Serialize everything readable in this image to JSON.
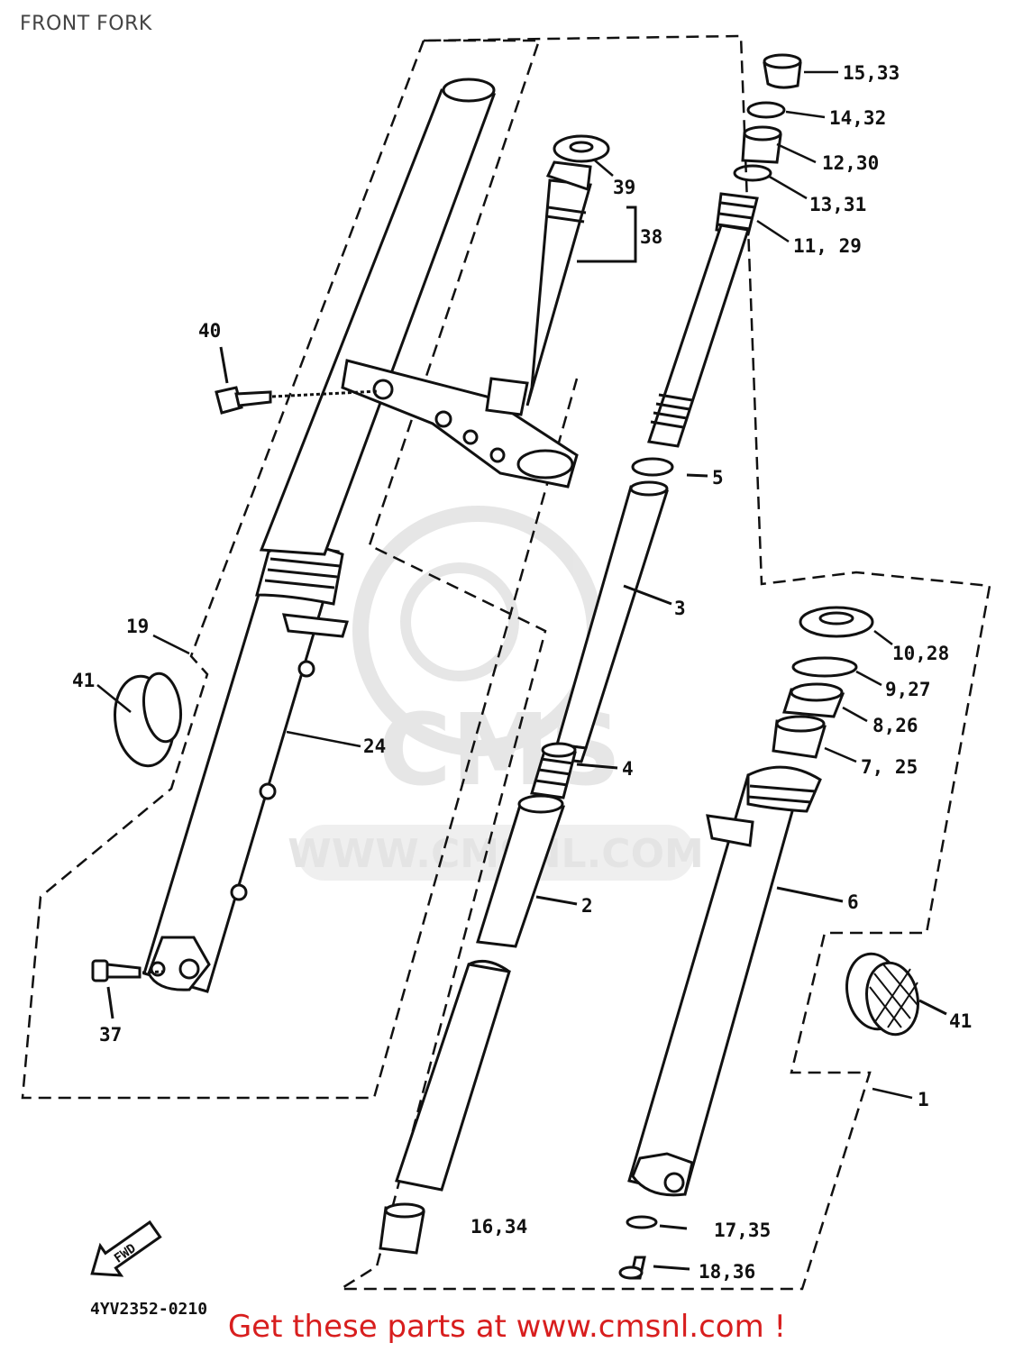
{
  "page": {
    "title": "FRONT FORK"
  },
  "watermark": {
    "text": "WWW.CMSNL.COM",
    "logo": "CMS"
  },
  "labels": {
    "l_15_33": "15,33",
    "l_14_32": "14,32",
    "l_12_30": "12,30",
    "l_13_31": "13,31",
    "l_11_29": "11, 29",
    "l_39": "39",
    "l_38": "38",
    "l_40": "40",
    "l_5": "5",
    "l_3": "3",
    "l_10_28": "10,28",
    "l_9_27": "9,27",
    "l_8_26": "8,26",
    "l_7_25": "7, 25",
    "l_4": "4",
    "l_2": "2",
    "l_6": "6",
    "l_19": "19",
    "l_41_left": "41",
    "l_24": "24",
    "l_37": "37",
    "l_41_right": "41",
    "l_1": "1",
    "l_16_34": "16,34",
    "l_17_35": "17,35",
    "l_18_36": "18,36"
  },
  "fwd_badge": "FWD",
  "diagram_code": "4YV2352-0210",
  "footer": {
    "text": "Get these parts at www.cmsnl.com !"
  },
  "colors": {
    "line": "#111111",
    "footer": "#d81e1e",
    "watermark": "#e2e2e2"
  }
}
